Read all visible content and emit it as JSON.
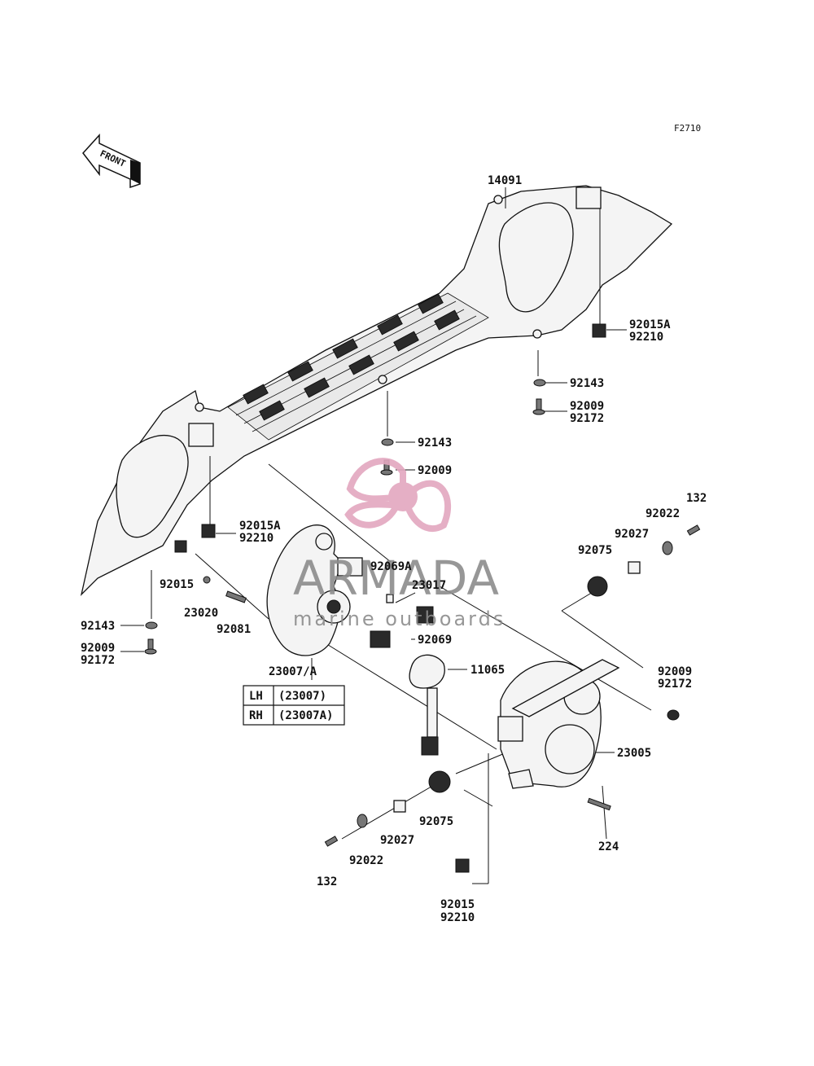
{
  "figure_id": "F2710",
  "front_label": "FRONT",
  "watermark": {
    "brand": "ARMADA",
    "tagline": "marine outboards",
    "accent": "#e3a7bf",
    "text_color": "#8c8c8c"
  },
  "callouts": {
    "c14091": "14091",
    "c92015A_top": "92015A",
    "c92210_top": "92210",
    "c92143_top": "92143",
    "c92009_top": "92009",
    "c92172_top": "92172",
    "c92143_mid": "92143",
    "c92009_mid": "92009",
    "c92015A_left": "92015A",
    "c92210_left": "92210",
    "c92015_left": "92015",
    "c23020": "23020",
    "c92081": "92081",
    "c92143_left": "92143",
    "c92009_left": "92009",
    "c92172_left": "92172",
    "c23007A": "23007/A",
    "c92069A": "92069A",
    "c23017": "23017",
    "c92069": "92069",
    "c11065": "11065",
    "c132_right": "132",
    "c92022_right": "92022",
    "c92027_right": "92027",
    "c92075_right": "92075",
    "c92009_right": "92009",
    "c92172_right": "92172",
    "c23005": "23005",
    "c224": "224",
    "c92075_bottom": "92075",
    "c92027_bottom": "92027",
    "c92022_bottom": "92022",
    "c132_bottom": "132",
    "c92015_bottom": "92015",
    "c92210_bottom": "92210"
  },
  "side_table": [
    {
      "side": "LH",
      "part": "(23007)"
    },
    {
      "side": "RH",
      "part": "(23007A)"
    }
  ]
}
